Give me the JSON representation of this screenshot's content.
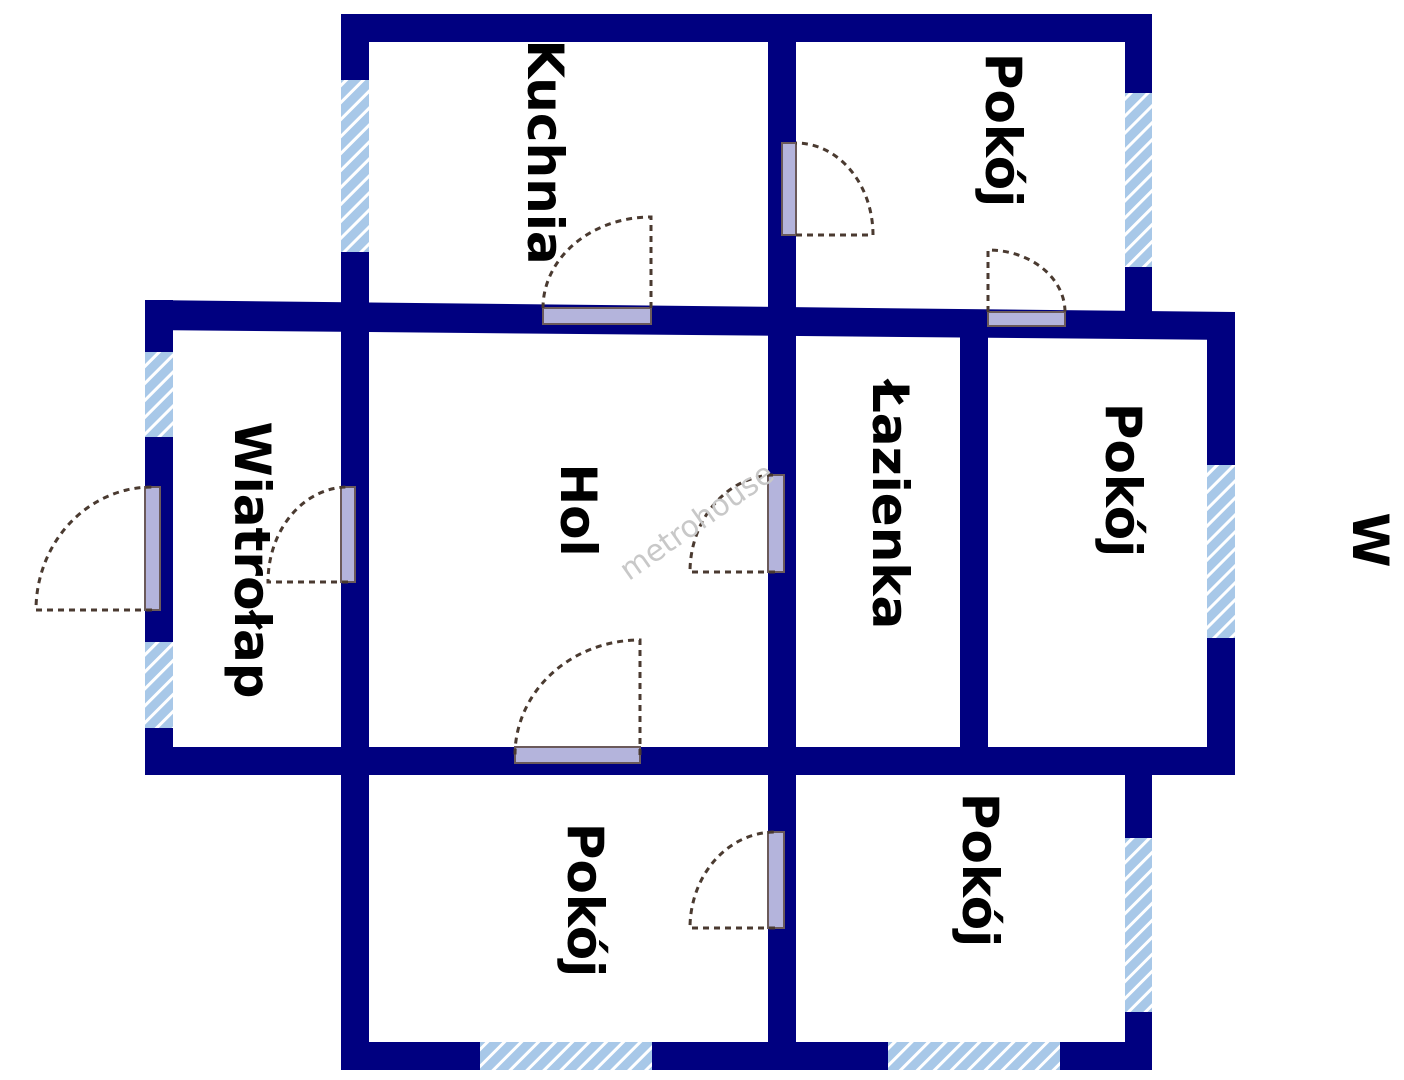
{
  "plan": {
    "rooms": {
      "kitchen": "Kuchnia",
      "room_top_right": "Pokój",
      "vestibule": "Wiatrołap",
      "hall": "Hol",
      "bathroom": "Łazienka",
      "room_middle_right": "Pokój",
      "room_bottom_left": "Pokój",
      "room_bottom_right": "Pokój"
    },
    "compass_label": "W",
    "watermark": "metrohouse",
    "colors": {
      "wall": "#000080",
      "window": "#a8c8e8",
      "door": "#b4b4dc"
    }
  }
}
